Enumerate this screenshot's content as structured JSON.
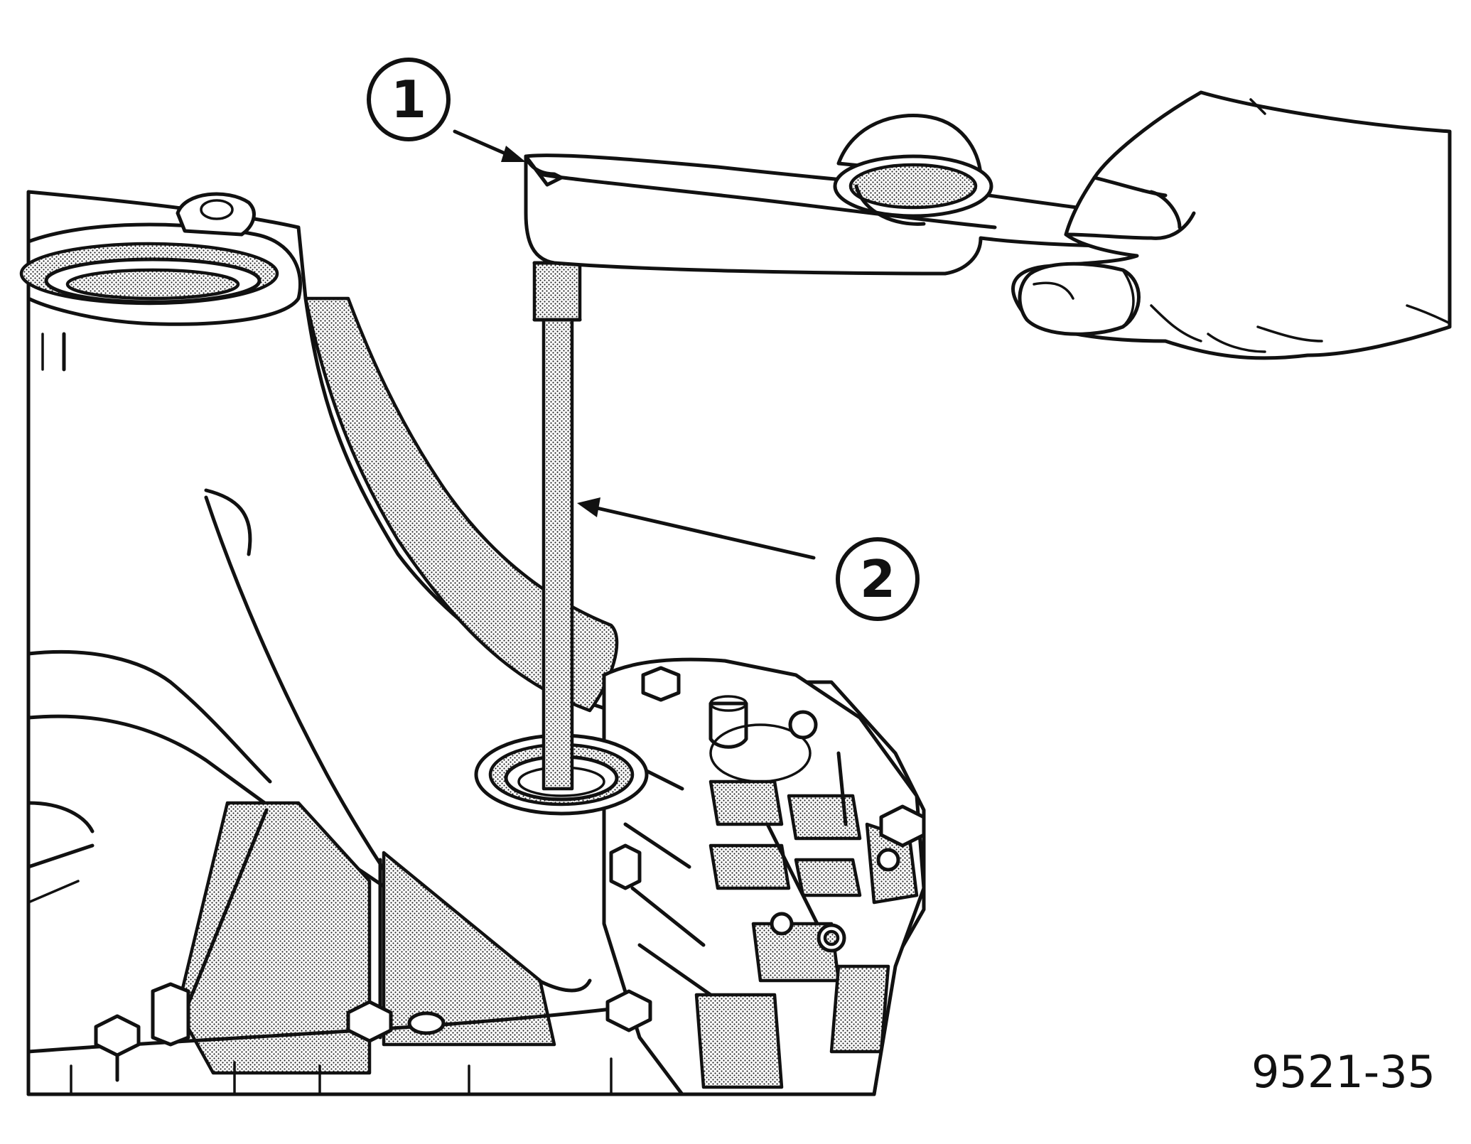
{
  "callouts": [
    {
      "label": "1",
      "part": "wrench"
    },
    {
      "label": "2",
      "part": "rod"
    }
  ],
  "figure_id": "9521-35",
  "colors": {
    "ink": "#111111",
    "paper": "#ffffff"
  }
}
